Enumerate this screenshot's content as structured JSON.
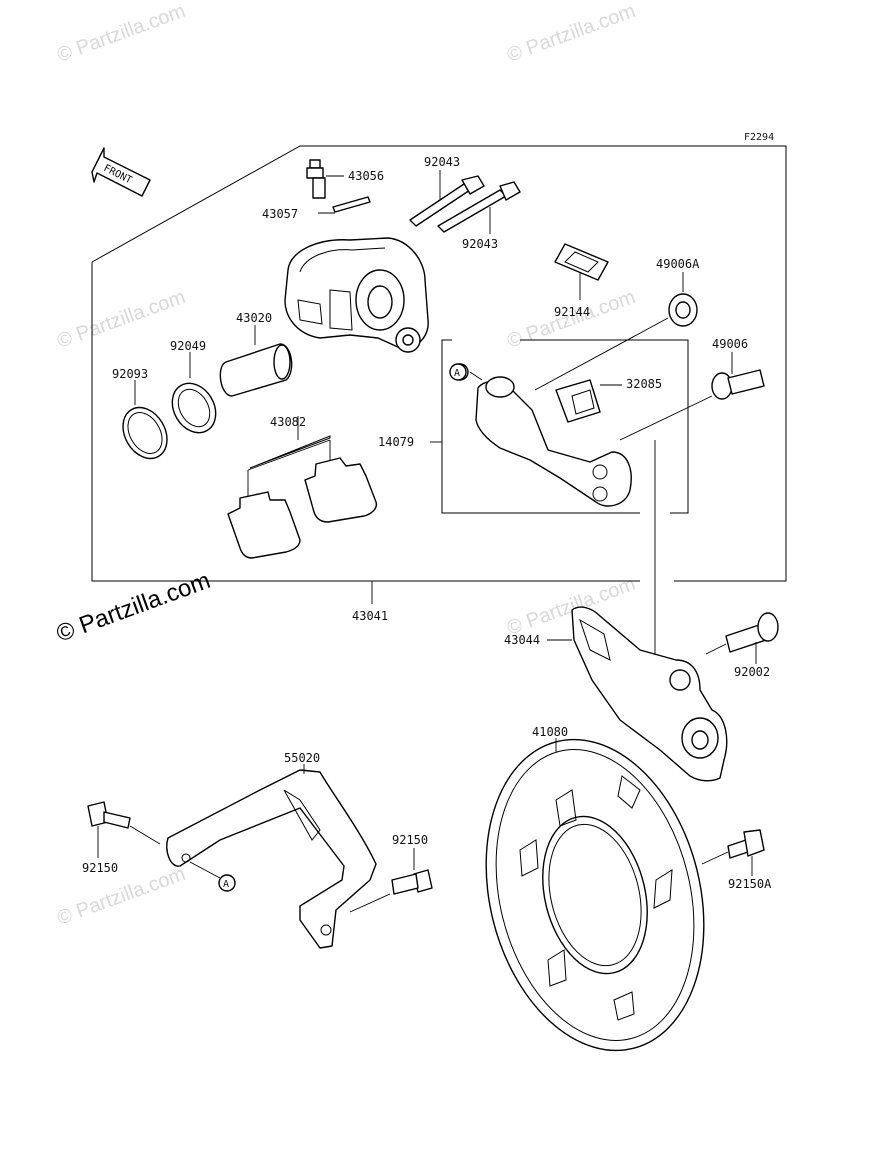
{
  "diagram_code": "F2294",
  "front_label": "FRONT",
  "callout_letter": "A",
  "watermark_text": "© Partzilla.com",
  "parts": {
    "p43056": "43056",
    "p92043a": "92043",
    "p43057": "43057",
    "p92043b": "92043",
    "p49006a": "49006A",
    "p92144": "92144",
    "p43020": "43020",
    "p92049": "92049",
    "p92093": "92093",
    "p49006": "49006",
    "p32085": "32085",
    "p43082": "43082",
    "p14079": "14079",
    "p43041": "43041",
    "p43044": "43044",
    "p92002": "92002",
    "p55020": "55020",
    "p41080": "41080",
    "p92150a": "92150",
    "p92150b": "92150",
    "p92150A": "92150A"
  }
}
